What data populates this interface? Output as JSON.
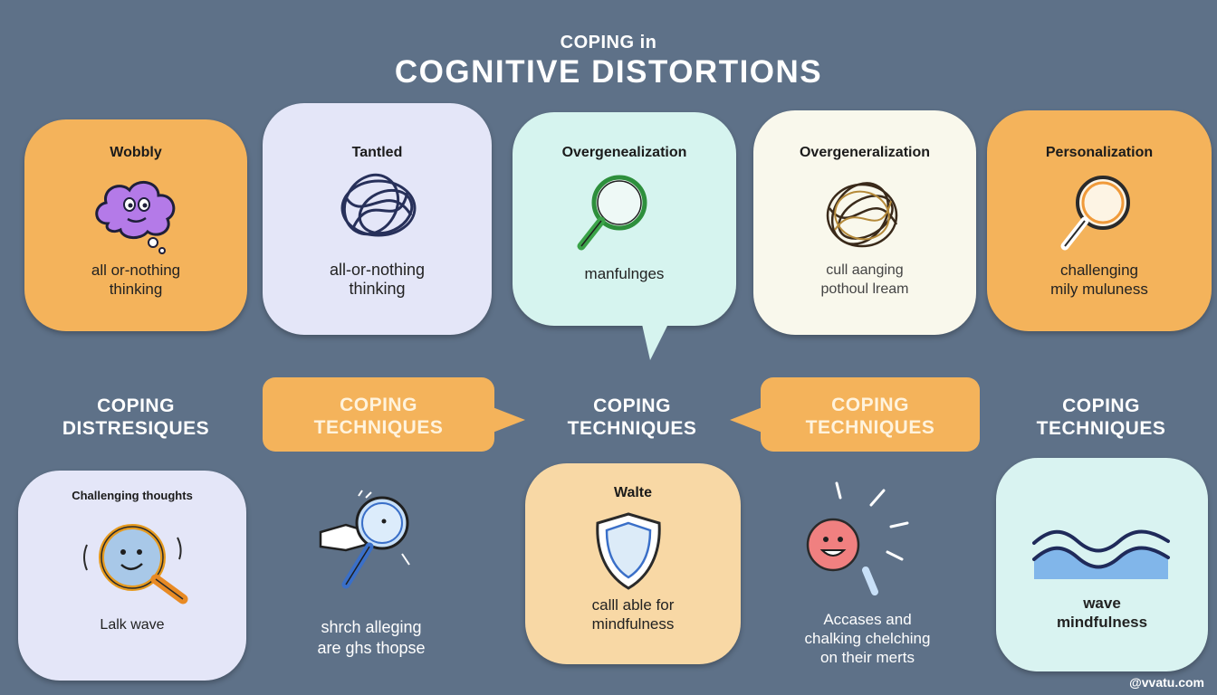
{
  "header": {
    "title_small": "COPING in",
    "title_main": "COGNITIVE DISTORTIONS"
  },
  "top_cards": [
    {
      "label": "Wobbly",
      "text_line1": "all or-nothing",
      "text_line2": "thinking",
      "icon": "thought-cloud-face-icon"
    },
    {
      "label": "Tantled",
      "text_line1": "all-or-nothing",
      "text_line2": "thinking",
      "icon": "tangled-scribble-icon"
    },
    {
      "label": "Overgenealization",
      "text_line1": "manfulnges",
      "text_line2": "",
      "icon": "magnifying-glass-icon"
    },
    {
      "label": "Overgeneralization",
      "text_line1": "cull aanging",
      "text_line2": "pothoul lream",
      "icon": "tangled-scribble-icon"
    },
    {
      "label": "Personalization",
      "text_line1": "challenging",
      "text_line2": "mily muluness",
      "icon": "magnifying-glass-icon"
    }
  ],
  "headings": [
    {
      "line1": "COPING",
      "line2": "DISTRESIQUES"
    },
    {
      "line1": "COPING",
      "line2": "TECHNIQUES"
    },
    {
      "line1": "COPING",
      "line2": "TECHNIQUES"
    },
    {
      "line1": "COPING",
      "line2": "TECHNIQUES"
    },
    {
      "line1": "COPING",
      "line2": "TECHNIQUES"
    }
  ],
  "bottom": {
    "card1": {
      "label": "Challenging thoughts",
      "text": "Lalk wave",
      "icon": "smiling-magnifier-icon"
    },
    "item2": {
      "line1": "shrch alleging",
      "line2": "are ghs thopse",
      "icon": "hand-magnifier-icon"
    },
    "card3": {
      "label": "Walte",
      "text_line1": "calll able for",
      "text_line2": "mindfulness",
      "icon": "shield-icon"
    },
    "item4": {
      "line1": "Accases and",
      "line2": "chalking chelching",
      "line3": "on their merts",
      "icon": "happy-face-sun-icon"
    },
    "card5": {
      "text_line1": "wave",
      "text_line2": "mindfulness",
      "icon": "wave-icon"
    }
  },
  "watermark": "@vvatu.com",
  "colors": {
    "background": "#5e7188",
    "orange": "#f4b35b",
    "lavender": "#e4e6f8",
    "mint": "#d6f4ef",
    "cream": "#f9f8ec",
    "peach": "#f8d8a5",
    "aqua": "#d9f3f1"
  }
}
